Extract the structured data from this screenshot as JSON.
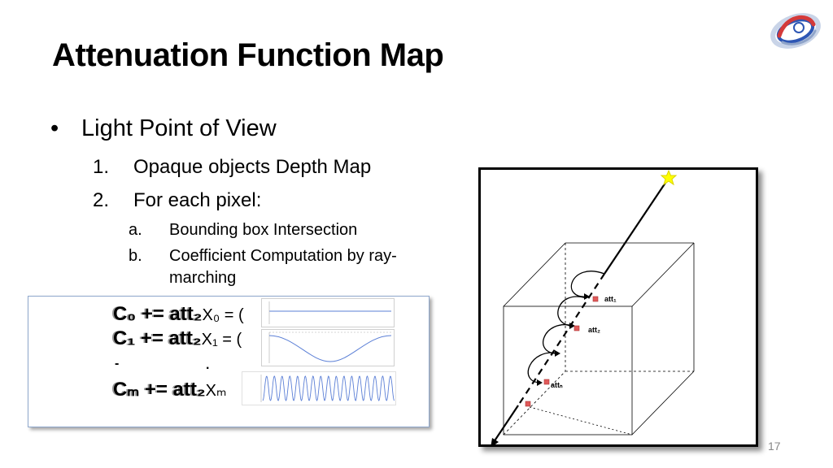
{
  "slide": {
    "title": "Attenuation Function Map",
    "page_number": "17",
    "level1": {
      "bullet": "•",
      "text": "Light Point of View"
    },
    "level2": [
      {
        "num": "1.",
        "text": "Opaque objects Depth Map"
      },
      {
        "num": "2.",
        "text": "For each pixel:"
      }
    ],
    "level3": [
      {
        "letter": "a.",
        "text": "Bounding box Intersection"
      },
      {
        "letter": "b.",
        "text": "Coefficient Computation by ray-marching"
      }
    ]
  },
  "formulas": {
    "eq0": {
      "main": "C₀ += att",
      "sub": "₂",
      "tail": "X₀ = ("
    },
    "eq1": {
      "main": "C₁ += att",
      "sub": "₂",
      "tail": "X₁ = ("
    },
    "eqm": {
      "main": "Cₘ += att",
      "sub": "₂",
      "tail": "Xₘ"
    },
    "dots_left": "-",
    "dots_right": "."
  },
  "diagram_labels": {
    "att1": "att₁",
    "att2": "att₂",
    "attn": "attₙ"
  },
  "colors": {
    "accent": "#8ea7cc",
    "wave": "#5b7fd6",
    "light": "#ffff00",
    "sample_point": "#e05a5a"
  },
  "icons": {
    "logo": "logo-icon",
    "light": "light-source-icon"
  }
}
